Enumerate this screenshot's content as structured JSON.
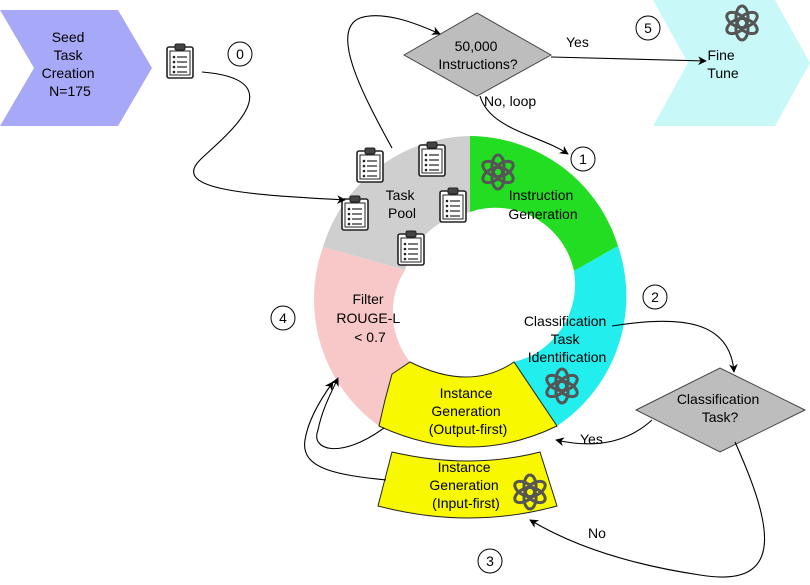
{
  "seed": {
    "lines": [
      "Seed",
      "Task",
      "Creation",
      "N=175"
    ],
    "color": "#a8a8f8"
  },
  "finetune": {
    "lines": [
      "Fine",
      "Tune"
    ],
    "color": "#c8f8f8"
  },
  "decision_instructions": {
    "lines": [
      "50,000",
      "Instructions?"
    ],
    "yes": "Yes",
    "no": "No, loop"
  },
  "decision_classification": {
    "lines": [
      "Classification",
      "Task?"
    ],
    "yes": "Yes",
    "no": "No"
  },
  "ring": {
    "task_pool": {
      "lines": [
        "Task",
        "Pool"
      ],
      "color": "#cfcfcf"
    },
    "instruction_generation": {
      "lines": [
        "Instruction",
        "Generation"
      ],
      "color": "#22dd22"
    },
    "classification_identification": {
      "lines": [
        "Classification",
        "Task",
        "Identification"
      ],
      "color": "#22eeee"
    },
    "instance_output_first": {
      "lines": [
        "Instance",
        "Generation",
        "(Output-first)"
      ],
      "color": "#f8f800"
    },
    "filter": {
      "lines": [
        "Filter",
        "ROUGE-L",
        "< 0.7"
      ],
      "color": "#f8c8c8"
    }
  },
  "instance_input_first": {
    "lines": [
      "Instance",
      "Generation",
      "(Input-first)"
    ],
    "color": "#f8f800"
  },
  "step_numbers": [
    "0",
    "1",
    "2",
    "3",
    "4",
    "5"
  ],
  "icons": {
    "clipboard": "clipboard-icon",
    "openai": "openai-logo-icon"
  }
}
